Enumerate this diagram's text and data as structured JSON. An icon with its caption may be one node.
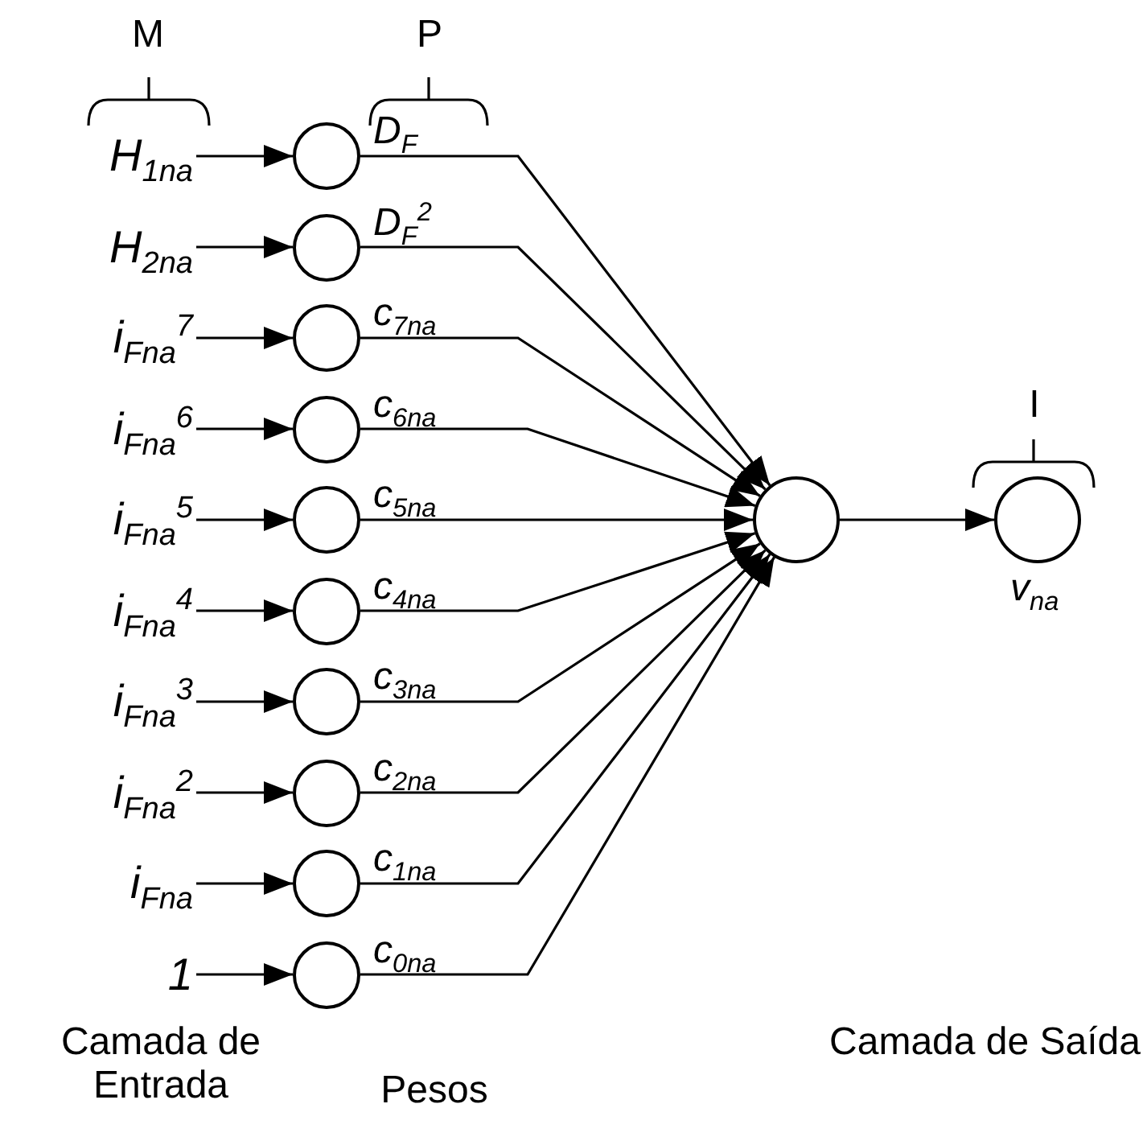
{
  "diagram": {
    "nodes": [
      {
        "text": [
          "H$_{1na}$"
        ]
      },
      {
        "text": [
          "H$_{2na}$"
        ]
      },
      {
        "text": [
          "i$_{Fna}$$^{7}$"
        ]
      },
      {
        "text": [
          "i$_{Fna}$$^{6}$"
        ]
      },
      {
        "text": [
          "i$_{Fna}$$^{5}$"
        ]
      },
      {
        "text": [
          "i$_{Fna}$$^{4}$"
        ]
      },
      {
        "text": [
          "i$_{Fna}$$^{3}$"
        ]
      },
      {
        "text": [
          "i$_{Fna}$$^{2}$"
        ]
      },
      {
        "text": [
          "i$_{Fna}$"
        ]
      },
      {
        "text": [
          "1"
        ]
      },
      {
        "text": [],
        "shape": "circle"
      },
      {
        "text": [],
        "shape": "circle"
      },
      {
        "text": [],
        "shape": "circle"
      },
      {
        "text": [],
        "shape": "circle"
      },
      {
        "text": [],
        "shape": "circle"
      },
      {
        "text": [],
        "shape": "circle"
      },
      {
        "text": [],
        "shape": "circle"
      },
      {
        "text": [],
        "shape": "circle"
      },
      {
        "text": [],
        "shape": "circle"
      },
      {
        "text": [],
        "shape": "circle"
      },
      {
        "text": [],
        "shape": "circle"
      },
      {
        "text": [],
        "shape": "circle",
        "beside": [
          "v$_{na}$"
        ]
      }
    ],
    "edges": [
      {
        "from": 0,
        "to": 10,
        "arrow": "to"
      },
      {
        "from": 1,
        "to": 11,
        "arrow": "to"
      },
      {
        "from": 2,
        "to": 12,
        "arrow": "to"
      },
      {
        "from": 3,
        "to": 13,
        "arrow": "to"
      },
      {
        "from": 4,
        "to": 14,
        "arrow": "to"
      },
      {
        "from": 5,
        "to": 15,
        "arrow": "to"
      },
      {
        "from": 6,
        "to": 16,
        "arrow": "to"
      },
      {
        "from": 7,
        "to": 17,
        "arrow": "to"
      },
      {
        "from": 8,
        "to": 18,
        "arrow": "to"
      },
      {
        "from": 9,
        "to": 19,
        "arrow": "to"
      },
      {
        "from": 10,
        "to": 20,
        "arrow": "to",
        "label": "D$_{F}$"
      },
      {
        "from": 11,
        "to": 20,
        "arrow": "to",
        "label": "D$_{F}$$^{2}$"
      },
      {
        "from": 12,
        "to": 20,
        "arrow": "to",
        "label": "c$_{7na}$"
      },
      {
        "from": 13,
        "to": 20,
        "arrow": "to",
        "label": "c$_{6na}$"
      },
      {
        "from": 14,
        "to": 20,
        "arrow": "to",
        "label": "c$_{5na}$"
      },
      {
        "from": 15,
        "to": 20,
        "arrow": "to",
        "label": "c$_{4na}$"
      },
      {
        "from": 16,
        "to": 20,
        "arrow": "to",
        "label": "c$_{3na}$"
      },
      {
        "from": 17,
        "to": 20,
        "arrow": "to",
        "label": "c$_{2na}$"
      },
      {
        "from": 18,
        "to": 20,
        "arrow": "to",
        "label": "c$_{1na}$"
      },
      {
        "from": 19,
        "to": 20,
        "arrow": "to",
        "label": "c$_{0na}$"
      },
      {
        "from": 20,
        "to": 21,
        "arrow": "to"
      }
    ],
    "labels": [
      "M",
      "P",
      "I",
      "Camada de Entrada",
      "Pesos",
      "Camada de Saída"
    ]
  }
}
